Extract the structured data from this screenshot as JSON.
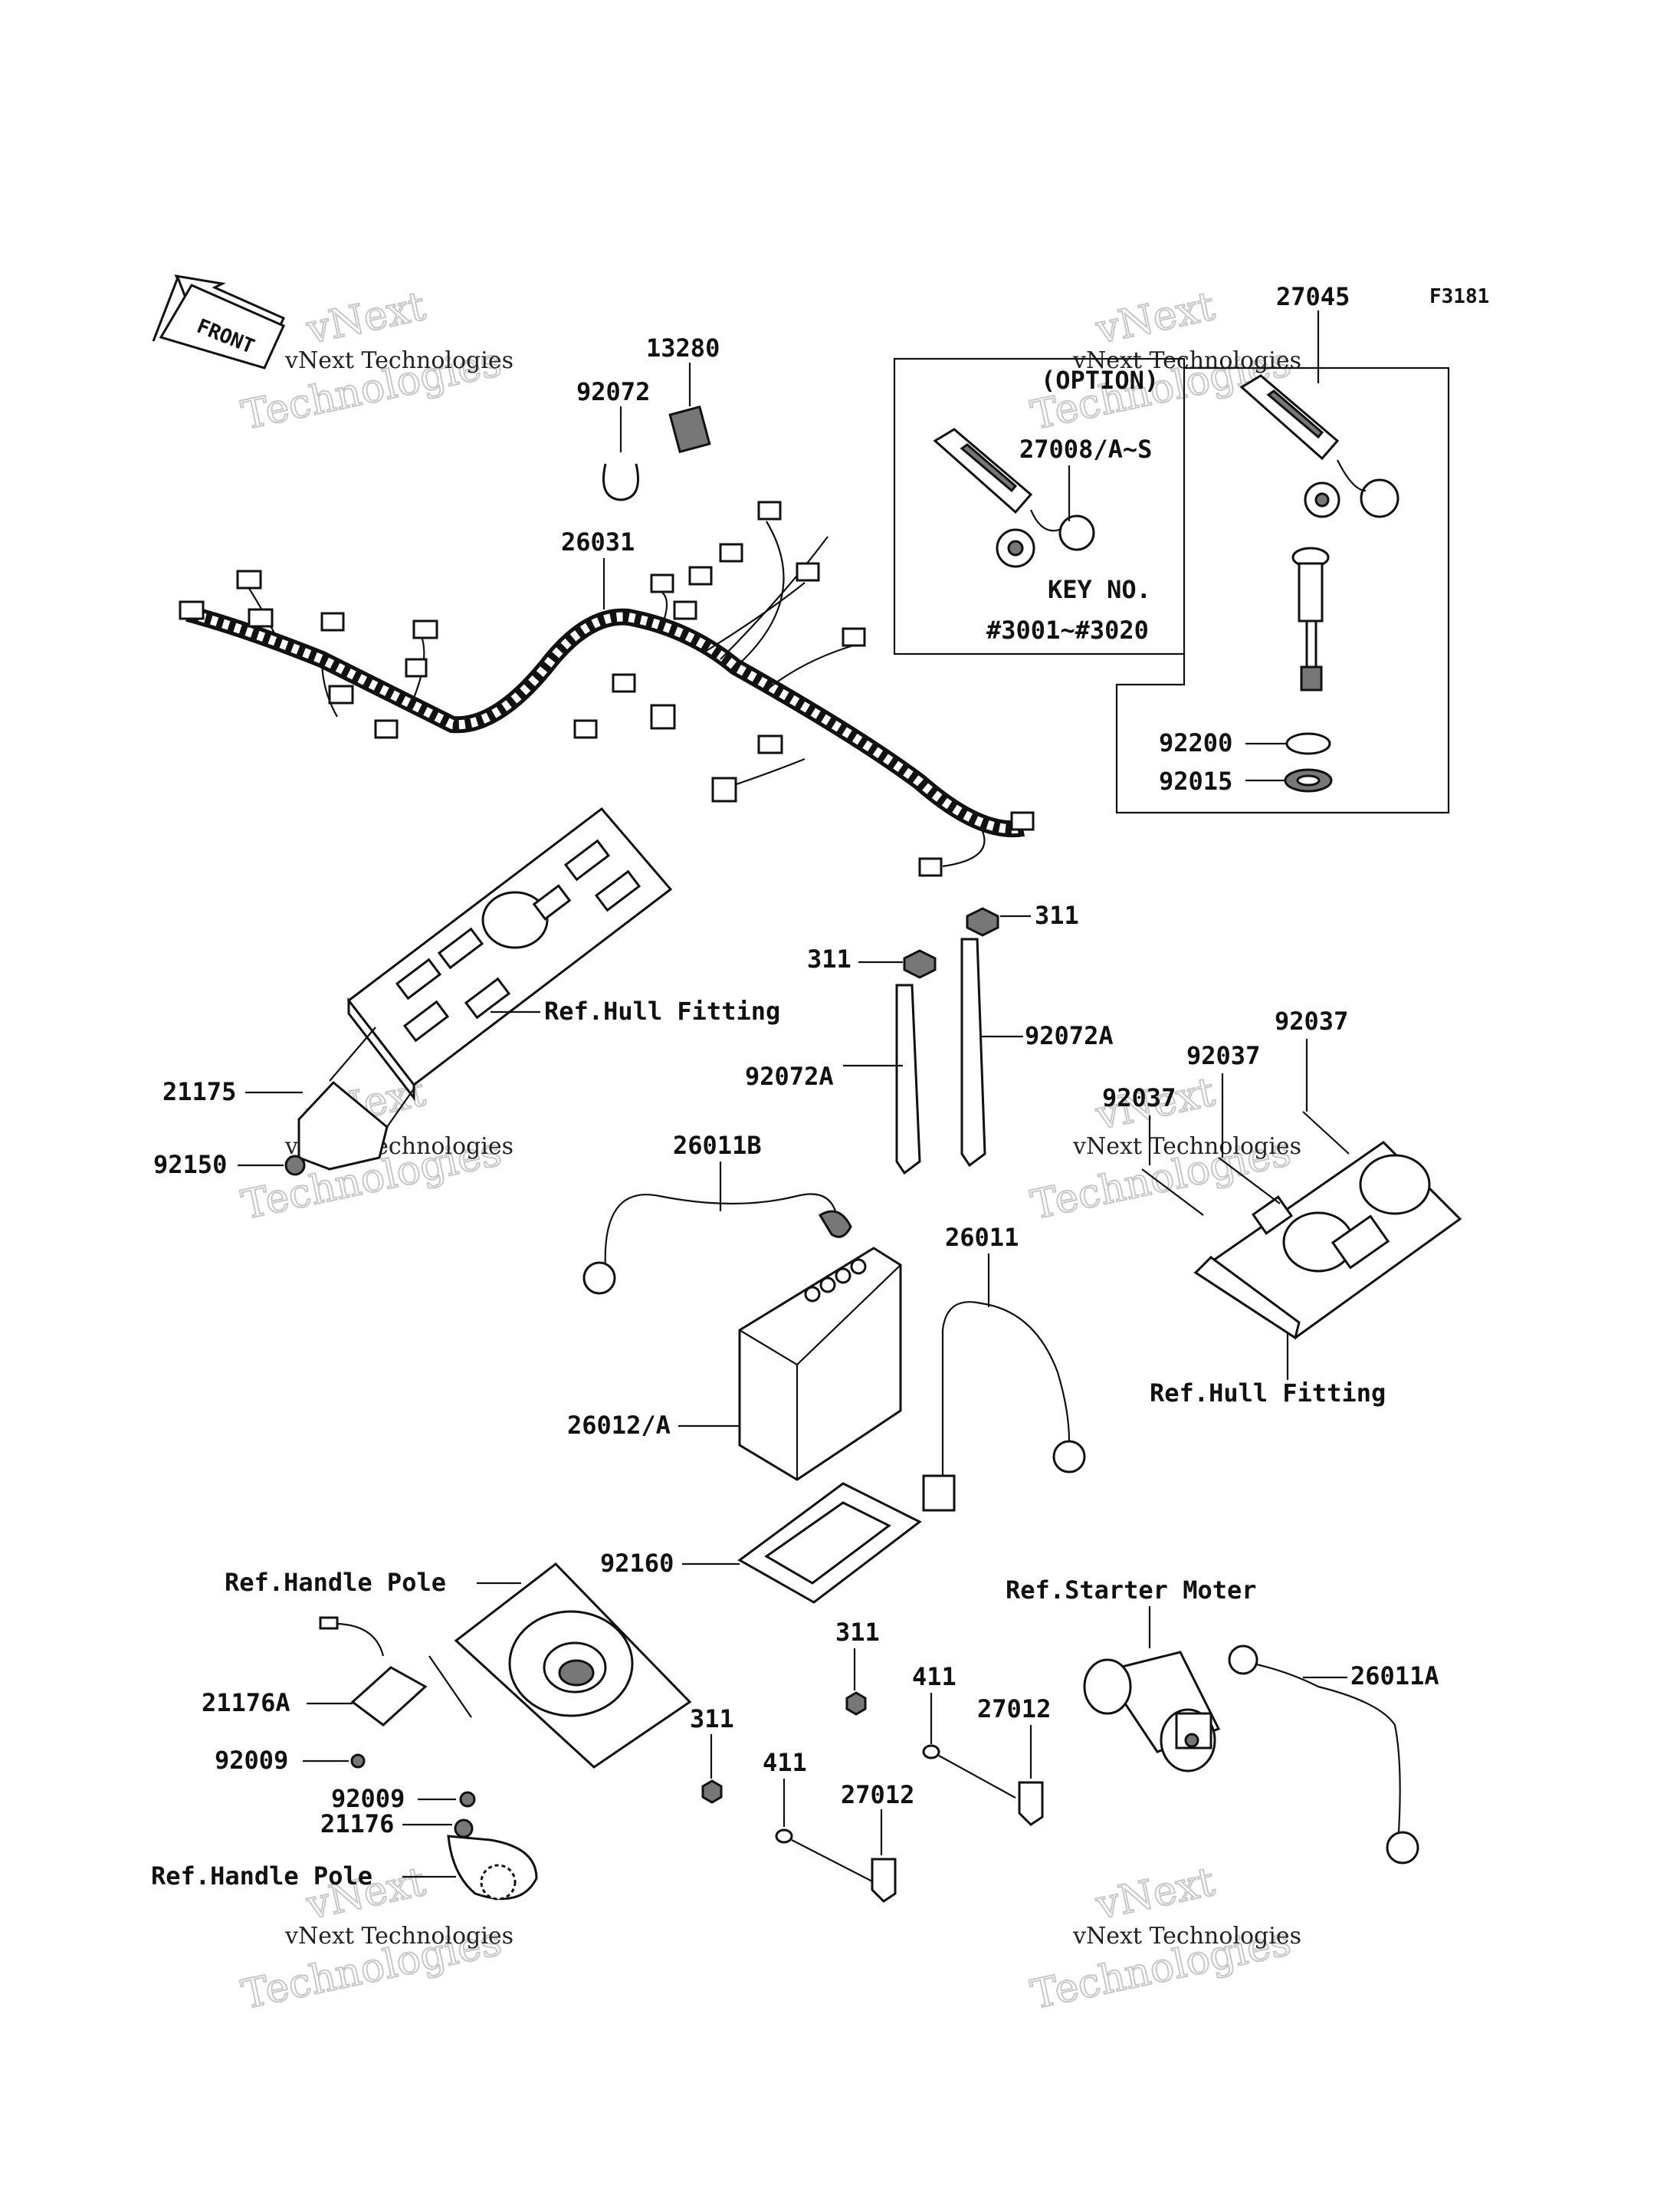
{
  "figure_code": "F3181",
  "front_label": "FRONT",
  "watermark": {
    "line1": "vNext",
    "line2": "Technologies",
    "caption": "vNext Technologies"
  },
  "option_box": {
    "title": "(OPTION)",
    "part": "27008/A~S",
    "key_no_label": "KEY NO.",
    "key_range": "#3001~#3020"
  },
  "parts": {
    "p27045": "27045",
    "p13280": "13280",
    "p92072": "92072",
    "p26031": "26031",
    "p92200": "92200",
    "p92015": "92015",
    "p311_a": "311",
    "p311_b": "311",
    "p92072A_a": "92072A",
    "p92072A_b": "92072A",
    "p21175": "21175",
    "p92150": "92150",
    "p92037_a": "92037",
    "p92037_b": "92037",
    "p92037_c": "92037",
    "p26011B": "26011B",
    "p26011": "26011",
    "p26012A": "26012/A",
    "p92160": "92160",
    "p311_c": "311",
    "p311_d": "311",
    "p411_a": "411",
    "p411_b": "411",
    "p27012_a": "27012",
    "p27012_b": "27012",
    "p26011A": "26011A",
    "p21176A": "21176A",
    "p92009_a": "92009",
    "p92009_b": "92009",
    "p21176": "21176"
  },
  "refs": {
    "hull_fitting_a": "Ref.Hull Fitting",
    "hull_fitting_b": "Ref.Hull Fitting",
    "handle_pole_a": "Ref.Handle Pole",
    "handle_pole_b": "Ref.Handle Pole",
    "starter_motor": "Ref.Starter Moter"
  }
}
